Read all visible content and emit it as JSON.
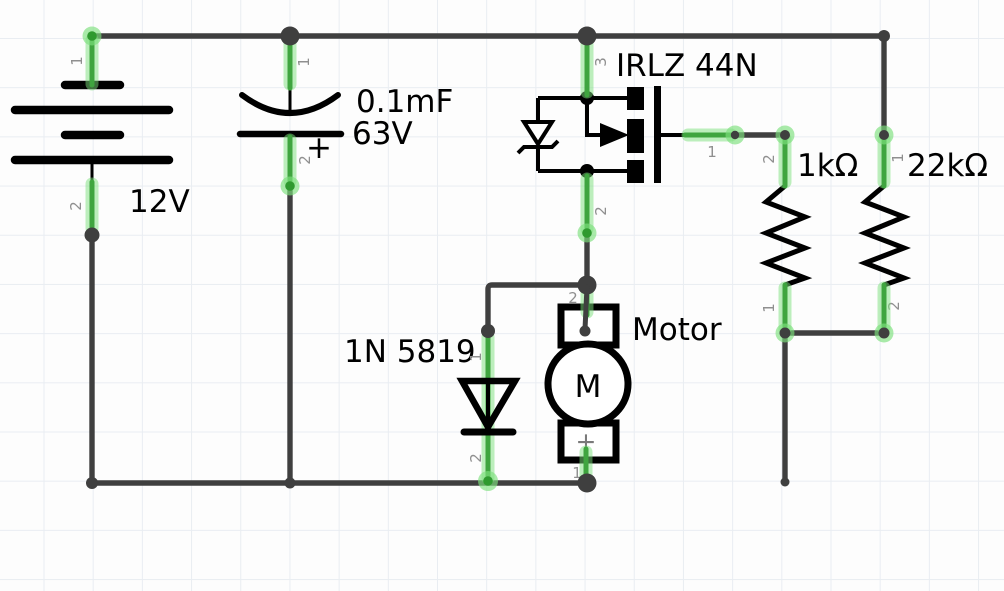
{
  "colors": {
    "background": "#fdfdfd",
    "grid": "#e9edf2",
    "wire": "#3f3f3f",
    "highlight": "#3fa53f",
    "highlight_glow": "#7ce07c",
    "pin_number": "#8f8f8f",
    "symbol": "#000000"
  },
  "components": {
    "battery": {
      "label": "12V",
      "pin_top": "1",
      "pin_bottom": "2"
    },
    "capacitor": {
      "value": "0.1mF",
      "voltage": "63V",
      "polarity": "+",
      "pin_top": "1",
      "pin_bottom": "2"
    },
    "mosfet": {
      "label": "IRLZ 44N",
      "pin_drain": "3",
      "pin_gate": "1",
      "pin_source": "2"
    },
    "diode": {
      "label": "1N 5819",
      "pin_top": "1",
      "pin_bottom": "2"
    },
    "motor": {
      "label": "Motor",
      "letter": "M",
      "polarity": "+",
      "pin_top": "2",
      "pin_bottom": "1"
    },
    "resistor_1k": {
      "label": "1kΩ",
      "pin_top": "2",
      "pin_bottom": "1"
    },
    "resistor_22k": {
      "label": "22kΩ",
      "pin_top": "1",
      "pin_bottom": "2"
    }
  }
}
